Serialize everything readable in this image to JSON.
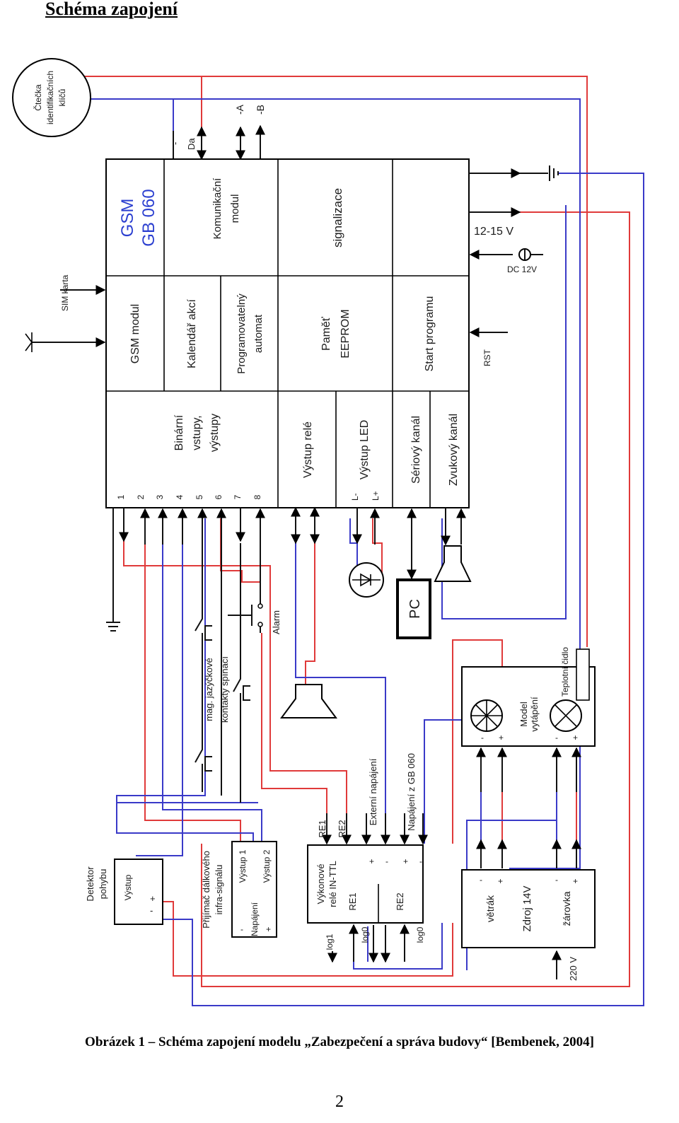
{
  "heading": "Schéma zapojení",
  "caption": "Obrázek 1 – Schéma zapojení modelu „Zabezpečení a správa budovy“ [Bembenek, 2004]",
  "page_number": "2",
  "colors": {
    "red_wire": "#e03a3a",
    "blue_wire": "#3a3ac8",
    "gsm_label": "#2b3fd0"
  },
  "reader": {
    "line1": "Čtečka",
    "line2": "identifikačních",
    "line3": "klíčů"
  },
  "main_unit": {
    "gsm1": "GSM",
    "gsm2": "GB 060",
    "comm1": "Komunikační",
    "comm2": "modul",
    "signal": "signalizace",
    "gsm_module": "GSM modul",
    "calendar": "Kalendář akcí",
    "plc1": "Programovatelný",
    "plc2": "automat",
    "eeprom1": "Paměť",
    "eeprom2": "EEPROM",
    "start": "Start programu",
    "binary1": "Binární",
    "binary2": "vstupy,",
    "binary3": "výstupy",
    "relay_out": "Výstup relé",
    "led_out": "Výstup LED",
    "serial": "Sériový kanál",
    "audio": "Zvukový kanál",
    "pin_numbers": [
      "1",
      "2",
      "3",
      "4",
      "5",
      "6",
      "7",
      "8"
    ],
    "l_minus": "L-",
    "l_plus": "L+"
  },
  "labels": {
    "da_minus": "-",
    "da": "Da",
    "a": "-A",
    "b": "-B",
    "sim": "SIM karta",
    "supply": "12-15 V",
    "dc": "DC 12V",
    "rst": "RST",
    "pc": "PC",
    "alarm": "Alarm",
    "reed1": "mag. jazýčkové",
    "reed2": "kontakty spínací",
    "re1": "RE1",
    "re2": "RE2",
    "ext_power": "Externí napájení",
    "gb_power": "Napájení z GB 060",
    "v220": "220 V"
  },
  "heating": {
    "line1": "Model",
    "line2": "vytápění",
    "sensor": "Teplotní čidlo",
    "minus": "-",
    "plus": "+"
  },
  "psu": {
    "fan": "větrák",
    "main": "Zdroj 14V",
    "bulb": "žárovka",
    "minus": "-",
    "plus": "+"
  },
  "relay": {
    "line1": "Výkonové",
    "line2": "relé IN-TTL",
    "re1": "RE1",
    "re2": "RE2",
    "log1": "log1",
    "log0a": "log0",
    "log0b": "log0",
    "plus": "+",
    "minus": "-"
  },
  "detector": {
    "line1": "Detektor",
    "line2": "pohybu",
    "output": "Výstup",
    "minus": "-",
    "plus": "+"
  },
  "ir": {
    "line1": "Přijímač dálkového",
    "line2": "infra-signálu",
    "out1": "Výstup 1",
    "out2": "Výstup 2",
    "power": "Napájení",
    "minus": "-",
    "plus": "+"
  }
}
